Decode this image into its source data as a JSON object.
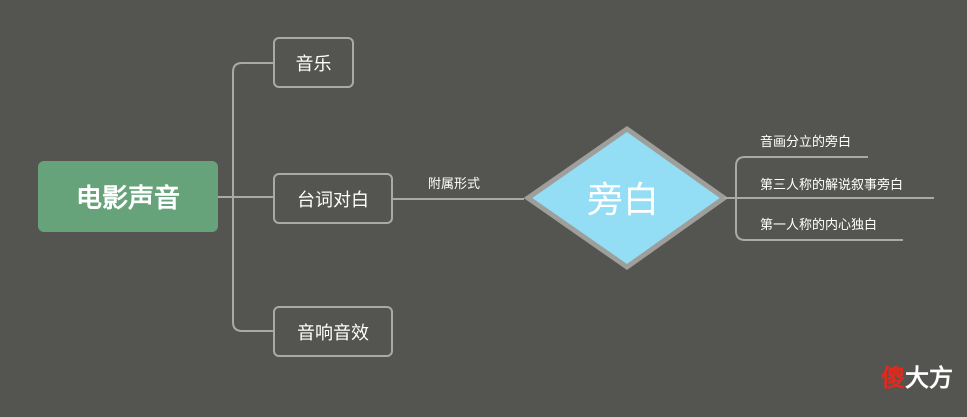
{
  "root": {
    "label": "电影声音"
  },
  "branches": [
    {
      "label": "音乐"
    },
    {
      "label": "台词对白"
    },
    {
      "label": "音响音效"
    }
  ],
  "edge_label": "附属形式",
  "center": {
    "label": "旁白"
  },
  "leaves": [
    {
      "label": "音画分立的旁白"
    },
    {
      "label": "第三人称的解说叙事旁白"
    },
    {
      "label": "第一人称的内心独白"
    }
  ],
  "watermark": {
    "part1": "傻",
    "part2": "大方"
  },
  "colors": {
    "background": "#545551",
    "root_fill": "#66a37b",
    "diamond_fill": "#93ddf5",
    "diamond_border": "#9e9f9b",
    "connector": "#a9aaa6",
    "watermark_accent": "#e02a1e"
  }
}
